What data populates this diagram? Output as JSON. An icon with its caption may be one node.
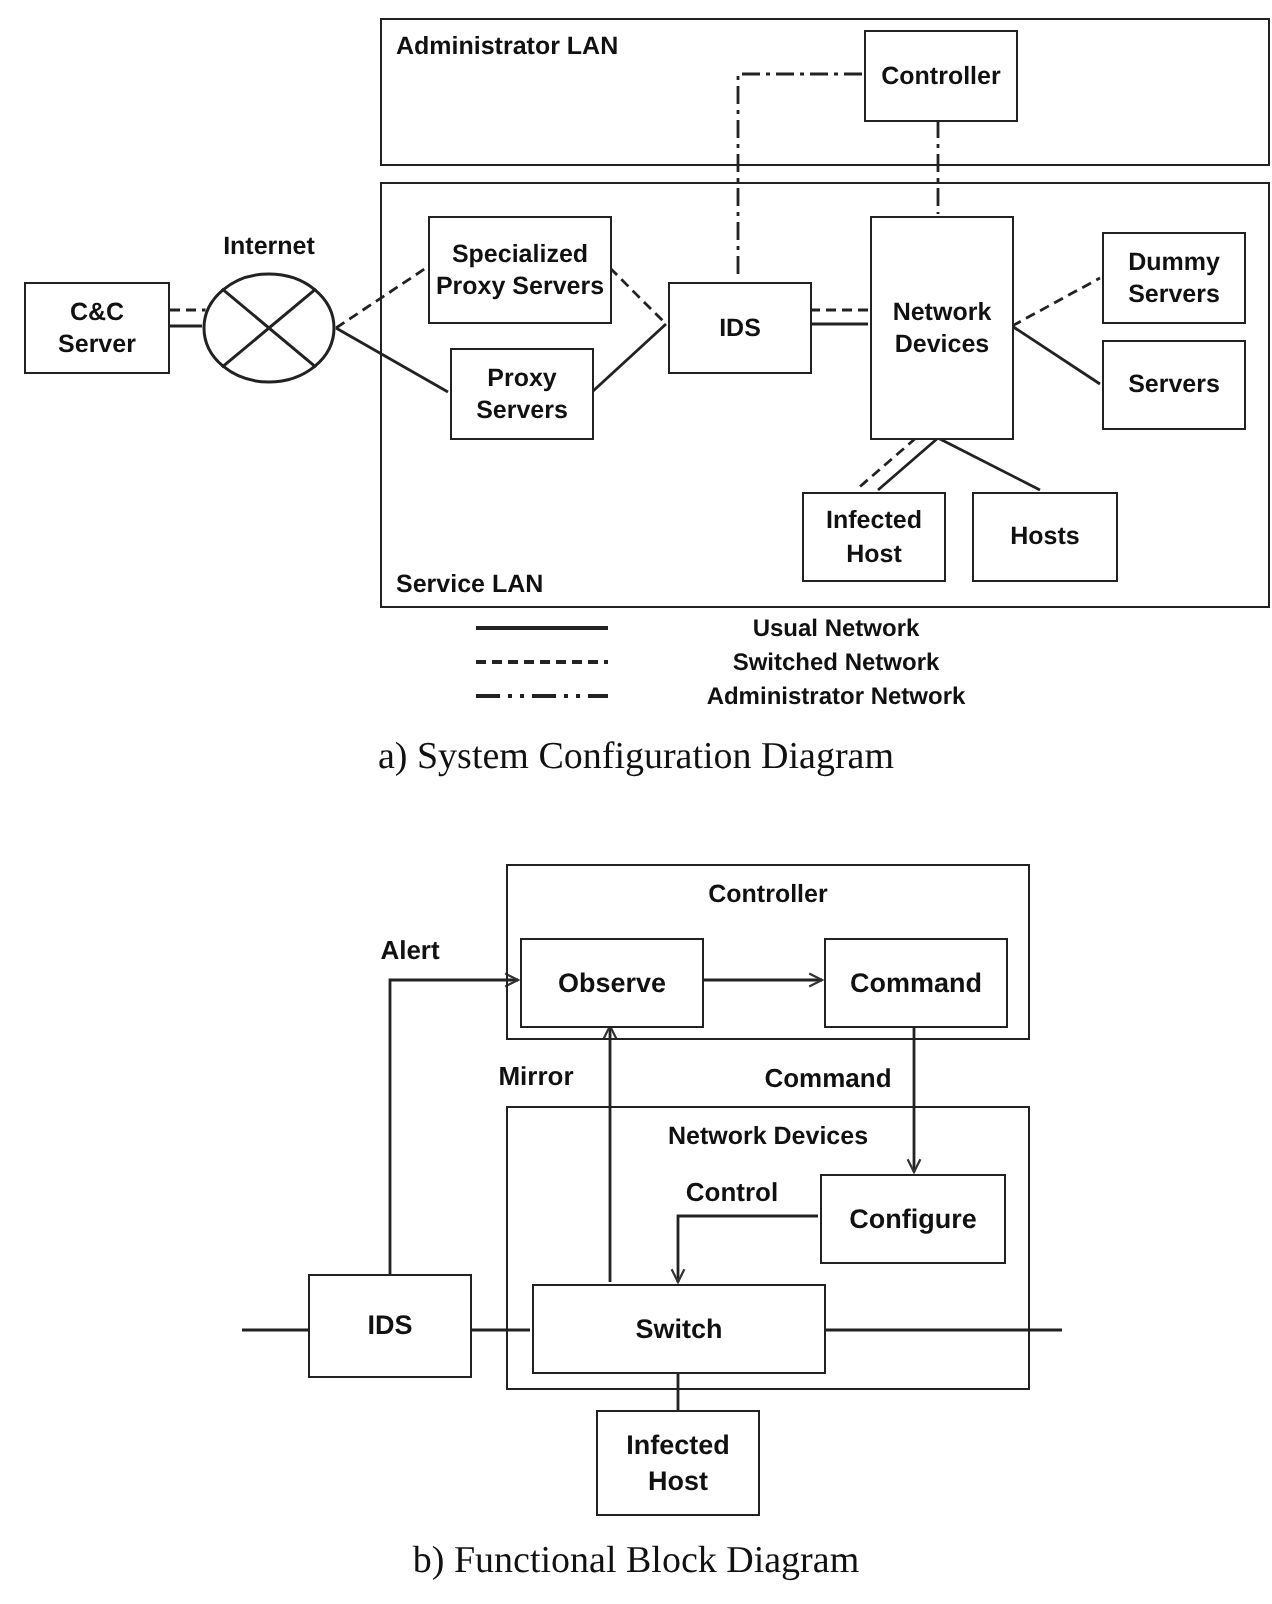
{
  "diagram": {
    "nodes": [
      {
        "text": [
          "Administrator LAN"
        ]
      },
      {
        "text": [
          "Controller"
        ],
        "in": 0
      },
      {
        "text": [
          "Service LAN"
        ]
      },
      {
        "text": [
          "C&C Server"
        ]
      },
      {
        "text": [
          "Internet"
        ]
      },
      {
        "text": [
          "Specialized Proxy Servers"
        ],
        "in": 2
      },
      {
        "text": [
          "Proxy Servers"
        ],
        "in": 2
      },
      {
        "text": [
          "IDS"
        ],
        "in": 2
      },
      {
        "text": [
          "Network Devices"
        ],
        "in": 2
      },
      {
        "text": [
          "Dummy Servers"
        ],
        "in": 2
      },
      {
        "text": [
          "Servers"
        ],
        "in": 2
      },
      {
        "text": [
          "Infected Host"
        ],
        "in": 2
      },
      {
        "text": [
          "Hosts"
        ],
        "in": 2
      },
      {
        "text": [
          "Controller"
        ]
      },
      {
        "text": [
          "Observe"
        ],
        "in": 13
      },
      {
        "text": [
          "Command"
        ],
        "in": 13
      },
      {
        "text": [
          "Network Devices"
        ]
      },
      {
        "text": [
          "Configure"
        ],
        "in": 16
      },
      {
        "text": [
          "Switch"
        ],
        "in": 16
      },
      {
        "text": [
          "IDS"
        ]
      },
      {
        "text": [
          "Infected Host"
        ]
      }
    ],
    "edges": [
      {
        "from": 3,
        "to": 4,
        "arrow": "none",
        "style": "dashed"
      },
      {
        "from": 3,
        "to": 4,
        "arrow": "none"
      },
      {
        "from": 4,
        "to": 5,
        "arrow": "none",
        "style": "dashed"
      },
      {
        "from": 4,
        "to": 6,
        "arrow": "none"
      },
      {
        "from": 5,
        "to": 7,
        "arrow": "none",
        "style": "dashed"
      },
      {
        "from": 6,
        "to": 7,
        "arrow": "none"
      },
      {
        "from": 7,
        "to": 8,
        "arrow": "none",
        "style": "dashed"
      },
      {
        "from": 7,
        "to": 8,
        "arrow": "none"
      },
      {
        "from": 8,
        "to": 9,
        "arrow": "none",
        "style": "dashed"
      },
      {
        "from": 8,
        "to": 10,
        "arrow": "none"
      },
      {
        "from": 8,
        "to": 11,
        "arrow": "none",
        "style": "dashed"
      },
      {
        "from": 8,
        "to": 11,
        "arrow": "none"
      },
      {
        "from": 8,
        "to": 12,
        "arrow": "none"
      },
      {
        "from": 1,
        "to": 7,
        "arrow": "none",
        "style": "dashed"
      },
      {
        "from": 1,
        "to": 8,
        "arrow": "none",
        "style": "dashed"
      },
      {
        "from": 19,
        "to": 14,
        "arrow": "to",
        "label": "Alert"
      },
      {
        "from": 14,
        "to": 15,
        "arrow": "to"
      },
      {
        "from": 15,
        "to": 17,
        "arrow": "to",
        "label": "Command"
      },
      {
        "from": 18,
        "to": 14,
        "arrow": "to",
        "label": "Mirror"
      },
      {
        "from": 17,
        "to": 18,
        "arrow": "to",
        "label": "Control"
      },
      {
        "from": 19,
        "to": 18,
        "arrow": "none"
      },
      {
        "from": 18,
        "to": 20,
        "arrow": "none"
      },
      {
        "from": null,
        "to": 19,
        "arrow": "none"
      },
      {
        "from": 18,
        "to": null,
        "arrow": "none"
      }
    ],
    "labels": [
      "a) System Configuration Diagram",
      "b) Functional Block Diagram"
    ],
    "legend": [
      {
        "text": "Usual Network"
      },
      {
        "text": "Switched Network"
      },
      {
        "text": "Administrator Network"
      }
    ]
  }
}
